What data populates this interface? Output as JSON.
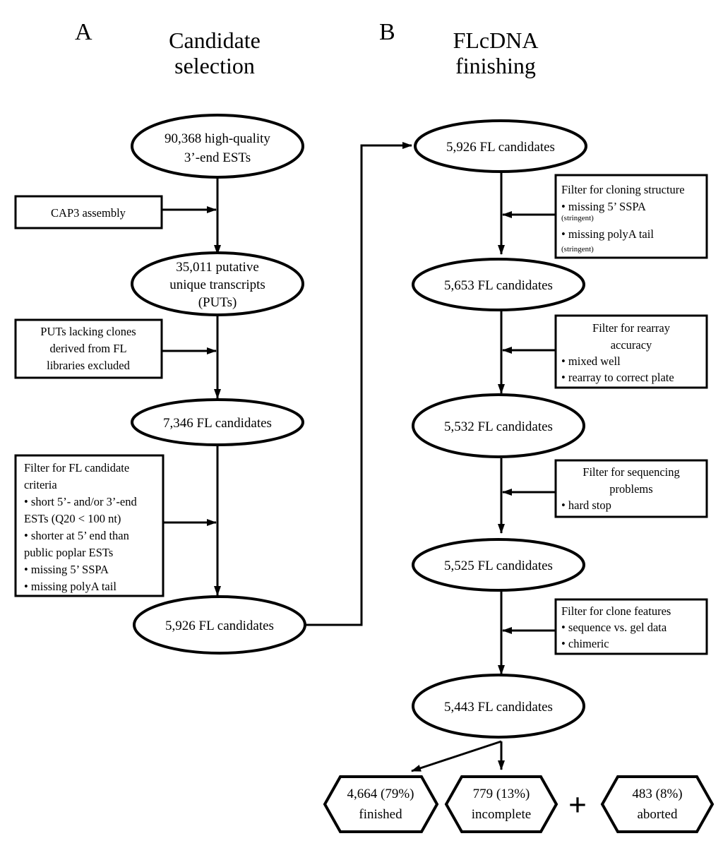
{
  "panels": {
    "a": {
      "letter": "A",
      "title": [
        "Candidate",
        "selection"
      ]
    },
    "b": {
      "letter": "B",
      "title": [
        "FLcDNA",
        "finishing"
      ]
    }
  },
  "left_nodes": [
    {
      "id": "ests",
      "lines": [
        "90,368 high-quality",
        "3’-end ESTs"
      ]
    },
    {
      "id": "puts",
      "lines": [
        "35,011 putative",
        "unique transcripts",
        "(PUTs)"
      ]
    },
    {
      "id": "fl7346",
      "lines": [
        "7,346 FL candidates"
      ]
    },
    {
      "id": "fl5926a",
      "lines": [
        "5,926 FL candidates"
      ]
    }
  ],
  "left_filters": [
    {
      "id": "cap3",
      "lines": [
        "CAP3 assembly"
      ]
    },
    {
      "id": "puts-lacking",
      "lines": [
        "PUTs lacking clones",
        "derived from FL",
        "libraries excluded"
      ]
    },
    {
      "id": "fl-criteria",
      "lines": [
        "Filter for FL candidate",
        "criteria",
        "• short 5’- and/or 3’-end",
        "ESTs (Q20 < 100 nt)",
        "• shorter at 5’ end than",
        "public poplar ESTs",
        "• missing 5’ SSPA",
        "• missing polyA tail"
      ]
    }
  ],
  "right_nodes": [
    {
      "id": "fl5926b",
      "lines": [
        "5,926 FL candidates"
      ]
    },
    {
      "id": "fl5653",
      "lines": [
        "5,653 FL candidates"
      ]
    },
    {
      "id": "fl5532",
      "lines": [
        "5,532 FL candidates"
      ]
    },
    {
      "id": "fl5525",
      "lines": [
        "5,525 FL candidates"
      ]
    },
    {
      "id": "fl5443",
      "lines": [
        "5,443 FL candidates"
      ]
    }
  ],
  "right_filters": [
    {
      "id": "cloning",
      "lines": [
        "Filter for cloning structure",
        "• missing 5’ SSPA",
        "(stringent)",
        "• missing polyA tail",
        "(stringent)"
      ]
    },
    {
      "id": "rearray",
      "lines": [
        "Filter for rearray",
        "accuracy",
        "• mixed well",
        "• rearray to correct plate"
      ]
    },
    {
      "id": "sequencing",
      "lines": [
        "Filter for sequencing",
        "problems",
        "• hard stop"
      ]
    },
    {
      "id": "clone-features",
      "lines": [
        "Filter for clone features",
        "• sequence vs. gel data",
        "• chimeric"
      ]
    }
  ],
  "outcomes": [
    {
      "id": "finished",
      "lines": [
        "4,664 (79%)",
        "finished"
      ]
    },
    {
      "id": "incomplete",
      "lines": [
        "779 (13%)",
        "incomplete"
      ]
    },
    {
      "id": "aborted",
      "lines": [
        "483 (8%)",
        "aborted"
      ]
    }
  ],
  "plus_sign": "+"
}
